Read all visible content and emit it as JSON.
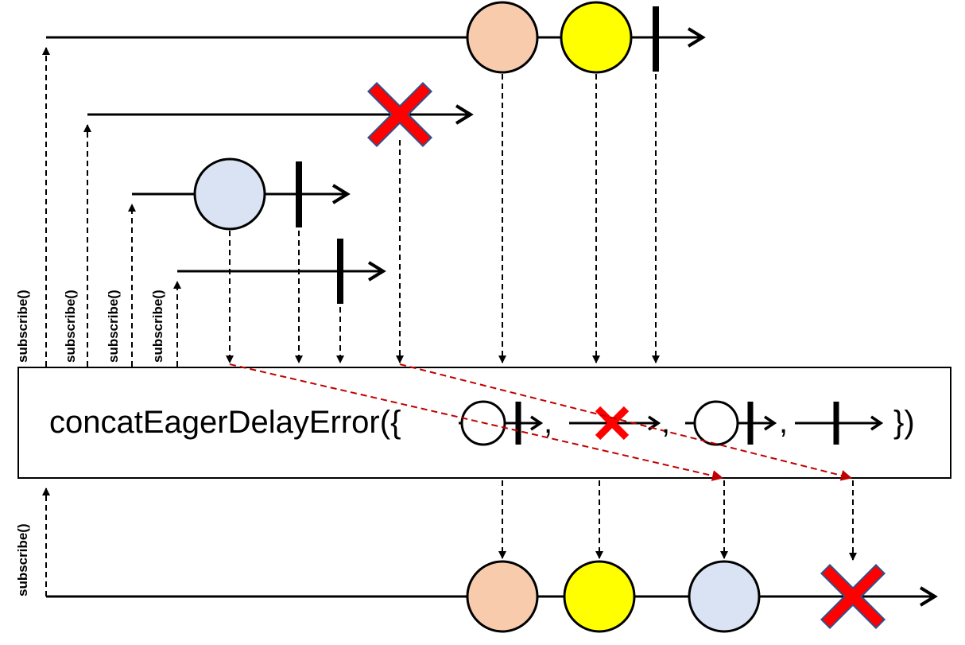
{
  "operator": {
    "name": "concatEagerDelayError",
    "open_text": "concatEagerDelayError({",
    "close_text": "})",
    "separator": ","
  },
  "subscribe_label": "subscribe()",
  "sources": [
    {
      "id": "source-1",
      "items": [
        "orange",
        "yellow"
      ],
      "terminal": "complete"
    },
    {
      "id": "source-2",
      "items": [],
      "terminal": "error"
    },
    {
      "id": "source-3",
      "items": [
        "light-blue"
      ],
      "terminal": "complete"
    },
    {
      "id": "source-4",
      "items": [],
      "terminal": "complete"
    }
  ],
  "output": {
    "items": [
      "orange",
      "yellow",
      "light-blue"
    ],
    "terminal": "error"
  },
  "colors": {
    "orange": "#f8cbad",
    "yellow": "#ffff00",
    "light-blue": "#dae3f3",
    "error": "#ff0000",
    "delayed-arrow": "#c00000",
    "line": "#000000"
  }
}
